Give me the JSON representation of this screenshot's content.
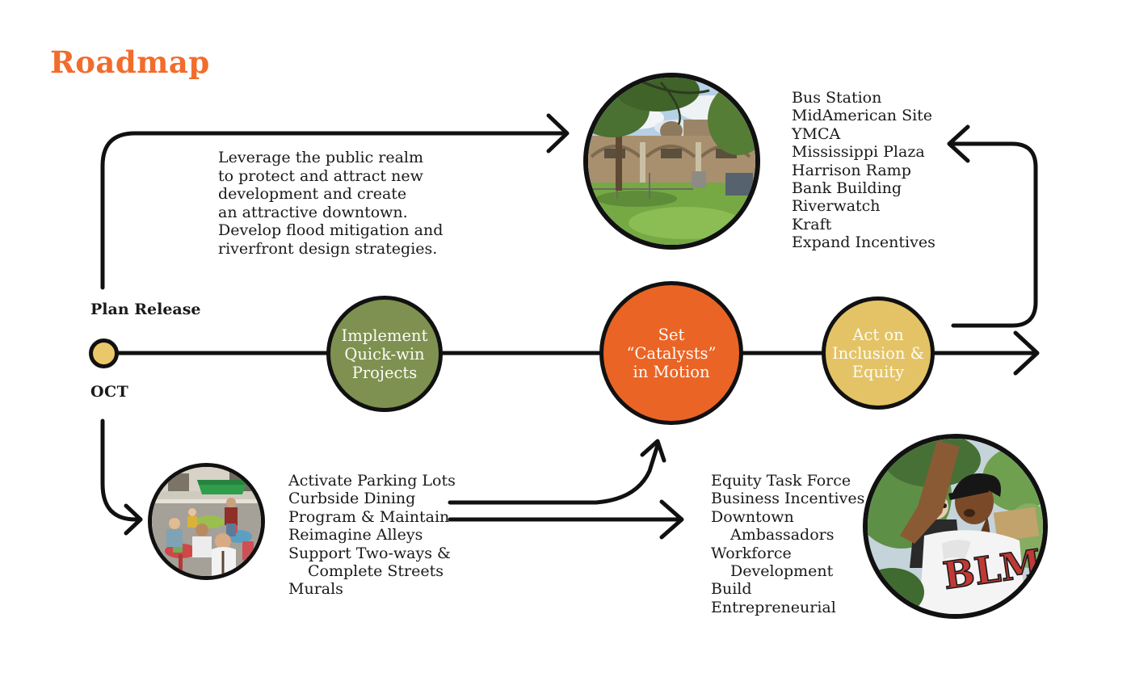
{
  "title": "Roadmap",
  "colors": {
    "title_orange": "#f26c2c",
    "milestone_green": "#7e9150",
    "milestone_orange": "#ea6425",
    "milestone_yellow": "#e4c366",
    "start_dot_yellow": "#eac869",
    "line_black": "#111111"
  },
  "timeline": {
    "start": {
      "label": "Plan Release",
      "month": "OCT"
    },
    "milestones": [
      {
        "id": "quick-wins",
        "label": "Implement\nQuick-win\nProjects"
      },
      {
        "id": "catalysts",
        "label": "Set\n“Catalysts”\nin Motion"
      },
      {
        "id": "inclusion-equity",
        "label": "Act on\nInclusion &\nEquity"
      }
    ]
  },
  "notes": {
    "public_realm": "Leverage the public realm\nto protect and attract new\ndevelopment and create\nan attractive downtown.\nDevelop flood mitigation and\nriverfront design strategies."
  },
  "lists": {
    "catalyst_sites": {
      "items": [
        "Bus Station",
        "MidAmerican Site",
        "YMCA",
        "Mississippi Plaza",
        "Harrison Ramp",
        "Bank Building",
        "Riverwatch",
        "Kraft",
        "Expand Incentives"
      ]
    },
    "quick_win_projects": {
      "items": [
        "Activate Parking Lots",
        "Curbside Dining",
        "Program & Maintain",
        "Reimagine Alleys",
        "Support Two-ways &",
        "Complete Streets",
        "Murals"
      ]
    },
    "equity_actions": {
      "items": [
        "Equity Task Force",
        "Business Incentives",
        "Downtown",
        "Ambassadors",
        "Workforce",
        "Development",
        "Build",
        "Entrepreneurial"
      ]
    }
  },
  "photos": {
    "park": {
      "description": "Grassy lot with trees and arched brick building under a cloudy sky"
    },
    "street_dining": {
      "description": "People at colorful tables and chairs at a curbside dining street event"
    },
    "protest": {
      "description": "Person in a black cap raising a fist wearing a white BLM t-shirt at a rally",
      "shirt_text": "BLM"
    }
  }
}
